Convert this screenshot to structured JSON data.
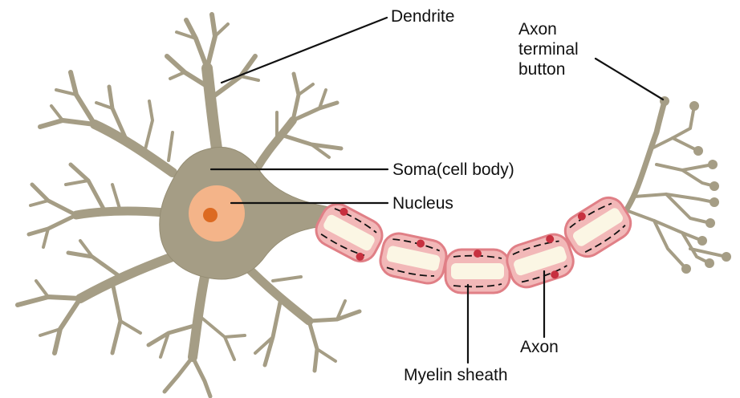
{
  "labels": {
    "dendrite": "Dendrite",
    "axon_terminal": [
      "Axon",
      "terminal",
      "button"
    ],
    "soma": "Soma(cell body)",
    "nucleus": "Nucleus",
    "axon": "Axon",
    "myelin_sheath": "Myelin sheath"
  },
  "colors": {
    "cell_body": "#a59d85",
    "cell_body_edge": "#958d74",
    "nucleus_outer": "#f4b489",
    "nucleus_inner": "#dc6a21",
    "myelin_fill": "#f2b8b8",
    "myelin_edge": "#e07f86",
    "myelin_core": "#fbf6e4",
    "node_spot": "#c7303f",
    "leader_line": "#111111"
  },
  "icons": {
    "neuron": "neuron-illustration"
  }
}
